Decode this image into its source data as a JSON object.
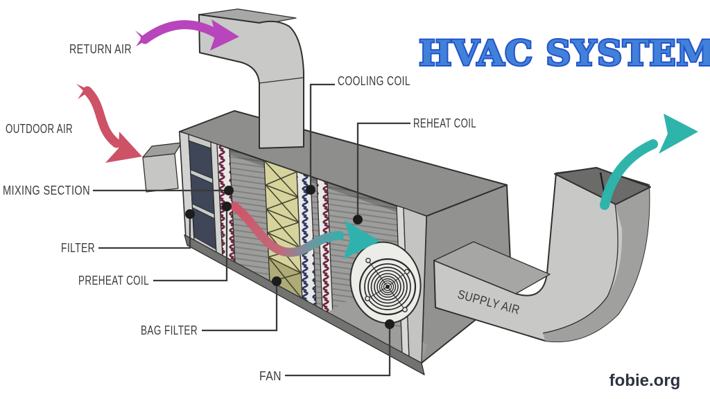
{
  "title": "HVAC SYSTEM",
  "watermark": "fobie.org",
  "labels": {
    "return_air": "RETURN AIR",
    "outdoor_air": "OUTDOOR AIR",
    "mixing_section": "MIXING SECTION",
    "filter": "FILTER",
    "preheat_coil": "PREHEAT COIL",
    "bag_filter": "BAG FILTER",
    "fan": "FAN",
    "cooling_coil": "COOLING COIL",
    "reheat_coil": "REHEAT COIL",
    "supply_air": "SUPPLY AIR"
  },
  "colors": {
    "title_fill": "#4181da",
    "title_outline": "#2254c8",
    "return_air_arrow": "#b845bb",
    "outdoor_air_arrow": "#cd5266",
    "supply_air_arrow": "#2fb4ac",
    "label_ink": "#3a3a3a",
    "duct_light": "#c8c8c6",
    "duct_dark": "#8e8e8c",
    "bag_filter_yellow": "#d7d39d",
    "coil_maroon": "#6d2540",
    "coil_navy": "#2e3763",
    "filter_panel_navy": "#3e4657"
  }
}
